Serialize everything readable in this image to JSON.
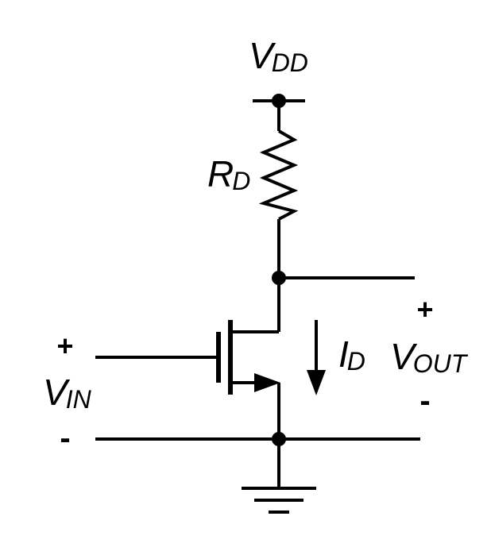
{
  "labels": {
    "vdd": {
      "main": "V",
      "sub": "DD"
    },
    "rd": {
      "main": "R",
      "sub": "D"
    },
    "id": {
      "main": "I",
      "sub": "D"
    },
    "vout": {
      "main": "V",
      "sub": "OUT"
    },
    "vin": {
      "main": "V",
      "sub": "IN"
    }
  },
  "polarity": {
    "vin_plus": "+",
    "vin_minus": "-",
    "vout_plus": "+",
    "vout_minus": "-"
  },
  "colors": {
    "ink": "#000000",
    "background": "#ffffff"
  }
}
